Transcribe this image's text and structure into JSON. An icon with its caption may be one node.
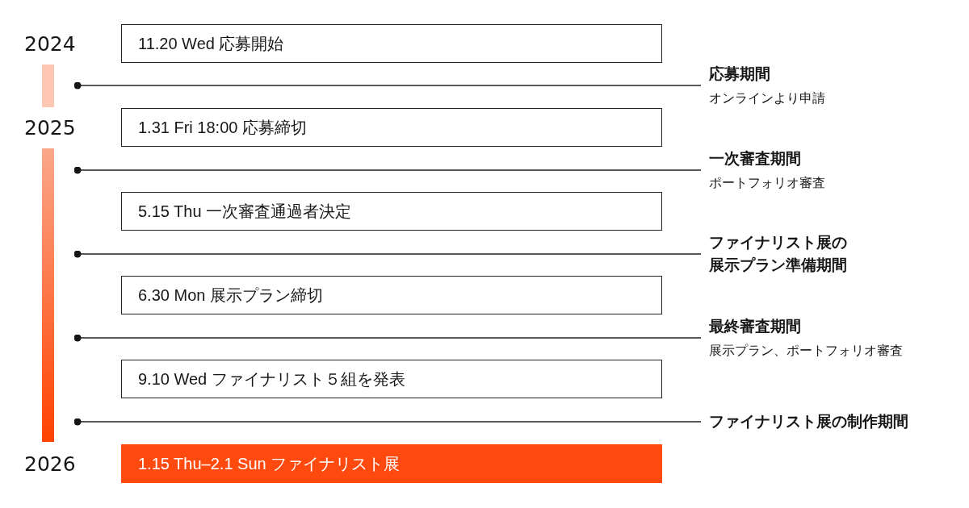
{
  "diagram": {
    "nodes": [
      {
        "text": [
          "11.20 Wed 応募開始"
        ]
      },
      {
        "text": [
          "応募期間",
          "オンラインより申請"
        ]
      },
      {
        "text": [
          "1.31 Fri 18:00 応募締切"
        ]
      },
      {
        "text": [
          "一次審査期間",
          "ポートフォリオ審査"
        ]
      },
      {
        "text": [
          "5.15 Thu 一次審査通過者決定"
        ]
      },
      {
        "text": [
          "ファイナリスト展の展示プラン準備期間"
        ]
      },
      {
        "text": [
          "6.30 Mon 展示プラン締切"
        ]
      },
      {
        "text": [
          "最終審査期間",
          "展示プラン、ポートフォリオ審査"
        ]
      },
      {
        "text": [
          "9.10 Wed ファイナリスト５組を発表"
        ]
      },
      {
        "text": [
          "ファイナリスト展の制作期間"
        ]
      },
      {
        "text": [
          "1.15 Thu–2.1 Sun ファイナリスト展"
        ]
      }
    ],
    "edges": [
      {
        "from": null,
        "to": 1,
        "arrow": "other"
      },
      {
        "from": null,
        "to": 3,
        "arrow": "other"
      },
      {
        "from": null,
        "to": 5,
        "arrow": "other"
      },
      {
        "from": null,
        "to": 7,
        "arrow": "other"
      },
      {
        "from": null,
        "to": 9,
        "arrow": "other"
      }
    ],
    "labels": [
      "2024",
      "2025",
      "2026"
    ]
  }
}
